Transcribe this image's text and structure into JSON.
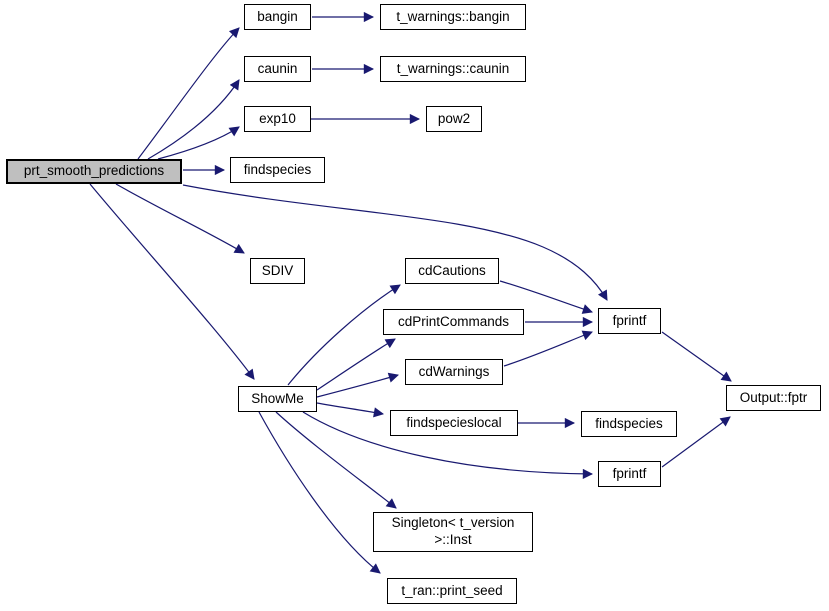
{
  "diagram": {
    "type": "call-graph",
    "root": "prt_smooth_predictions",
    "colors": {
      "edge": "#191970",
      "node_border": "#000000",
      "node_fill": "#ffffff",
      "highlight_fill": "#bfbfbf",
      "text": "#000000",
      "background": "#ffffff"
    },
    "nodes": [
      {
        "id": "prt",
        "label": "prt_smooth_predictions",
        "highlighted": true
      },
      {
        "id": "bangin",
        "label": "bangin"
      },
      {
        "id": "tw_bangin",
        "label": "t_warnings::bangin"
      },
      {
        "id": "caunin",
        "label": "caunin"
      },
      {
        "id": "tw_caunin",
        "label": "t_warnings::caunin"
      },
      {
        "id": "exp10",
        "label": "exp10"
      },
      {
        "id": "pow2",
        "label": "pow2"
      },
      {
        "id": "findspecies_1",
        "label": "findspecies"
      },
      {
        "id": "sdiv",
        "label": "SDIV"
      },
      {
        "id": "showme",
        "label": "ShowMe"
      },
      {
        "id": "cdcautions",
        "label": "cdCautions"
      },
      {
        "id": "cdprintcommands",
        "label": "cdPrintCommands"
      },
      {
        "id": "cdwarnings",
        "label": "cdWarnings"
      },
      {
        "id": "findspecieslocal",
        "label": "findspecieslocal"
      },
      {
        "id": "fprintf_1",
        "label": "fprintf"
      },
      {
        "id": "output_fptr",
        "label": "Output::fptr"
      },
      {
        "id": "findspecies_2",
        "label": "findspecies"
      },
      {
        "id": "fprintf_2",
        "label": "fprintf"
      },
      {
        "id": "singleton_inst",
        "label": "Singleton< t_version\n>::Inst"
      },
      {
        "id": "tran_print_seed",
        "label": "t_ran::print_seed"
      }
    ],
    "edges": [
      {
        "from": "prt_smooth_predictions",
        "to": "bangin"
      },
      {
        "from": "prt_smooth_predictions",
        "to": "caunin"
      },
      {
        "from": "prt_smooth_predictions",
        "to": "exp10"
      },
      {
        "from": "prt_smooth_predictions",
        "to": "findspecies"
      },
      {
        "from": "prt_smooth_predictions",
        "to": "SDIV"
      },
      {
        "from": "prt_smooth_predictions",
        "to": "ShowMe"
      },
      {
        "from": "prt_smooth_predictions",
        "to": "fprintf"
      },
      {
        "from": "bangin",
        "to": "t_warnings::bangin"
      },
      {
        "from": "caunin",
        "to": "t_warnings::caunin"
      },
      {
        "from": "exp10",
        "to": "pow2"
      },
      {
        "from": "ShowMe",
        "to": "cdCautions"
      },
      {
        "from": "ShowMe",
        "to": "cdPrintCommands"
      },
      {
        "from": "ShowMe",
        "to": "cdWarnings"
      },
      {
        "from": "ShowMe",
        "to": "findspecieslocal"
      },
      {
        "from": "ShowMe",
        "to": "fprintf (lower)"
      },
      {
        "from": "ShowMe",
        "to": "Singleton< t_version >::Inst"
      },
      {
        "from": "ShowMe",
        "to": "t_ran::print_seed"
      },
      {
        "from": "cdCautions",
        "to": "fprintf"
      },
      {
        "from": "cdPrintCommands",
        "to": "fprintf"
      },
      {
        "from": "cdWarnings",
        "to": "fprintf"
      },
      {
        "from": "findspecieslocal",
        "to": "findspecies (right)"
      },
      {
        "from": "fprintf",
        "to": "Output::fptr"
      },
      {
        "from": "fprintf (lower)",
        "to": "Output::fptr"
      }
    ]
  }
}
